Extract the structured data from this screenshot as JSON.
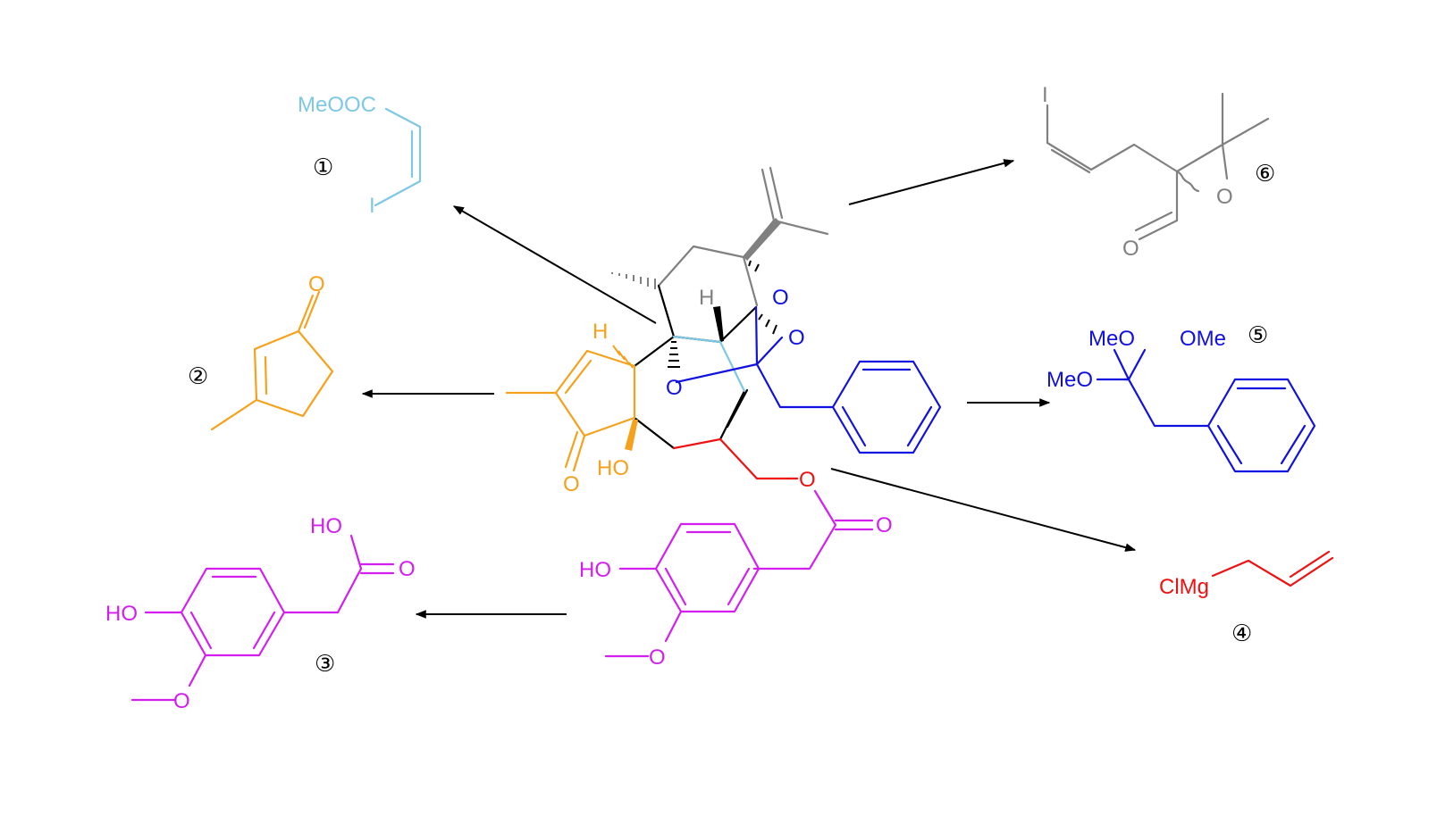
{
  "colors": {
    "black": "#000000",
    "gray": "#808080",
    "lightblue": "#7EC8E3",
    "orange": "#F5A11C",
    "blue": "#1010E0",
    "red": "#EE1111",
    "magenta": "#D21FEF"
  },
  "fragments": {
    "f1": {
      "number": "①",
      "label_ester": "MeOOC",
      "label_iodo": "I"
    },
    "f2": {
      "number": "②",
      "label_oxo": "O"
    },
    "f3": {
      "number": "③",
      "label_acid_oh": "HO",
      "label_acid_o": "O",
      "label_phenol": "HO",
      "label_methoxy": "O"
    },
    "f4": {
      "number": "④",
      "label_grignard": "ClMg"
    },
    "f5": {
      "number": "⑤",
      "label_meo_top": "MeO",
      "label_ome_top": "OMe",
      "label_meo_left": "MeO"
    },
    "f6": {
      "number": "⑥",
      "label_iodo": "I",
      "label_epoxide_o": "O",
      "label_aldehyde_o": "O"
    }
  },
  "target": {
    "label_h_cp": "H",
    "label_h_ring": "H",
    "label_o_ketone": "O",
    "label_ho": "HO",
    "label_o_bridge": "O",
    "label_o_upper": "O",
    "label_o_right": "O",
    "label_o_ester": "O",
    "label_o_carbonyl": "O",
    "label_phenol_ho": "HO",
    "label_methoxy_o": "O"
  }
}
